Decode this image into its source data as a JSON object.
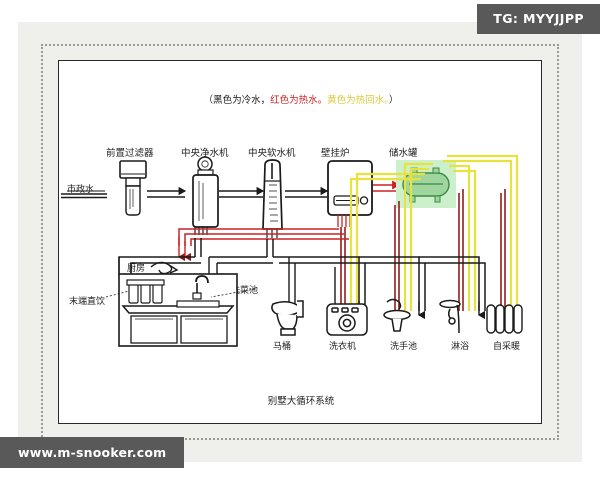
{
  "watermarks": {
    "telegram": "TG: MYYJJPP",
    "website": "www.m-snooker.com"
  },
  "diagram": {
    "legend": {
      "open": "（",
      "cold": "黑色为冷水，",
      "hot": "红色为热水。",
      "return": "黄色为热回水。",
      "close": "）"
    },
    "caption": "别墅大循环系统",
    "source_label": "市政水",
    "devices": [
      {
        "id": "pre-filter",
        "label": "前置过滤器"
      },
      {
        "id": "central-purifier",
        "label": "中央净水机"
      },
      {
        "id": "central-softener",
        "label": "中央软水机"
      },
      {
        "id": "wall-boiler",
        "label": "壁挂炉"
      },
      {
        "id": "storage-tank",
        "label": "储水罐"
      }
    ],
    "kitchen": {
      "room_label": "厨房",
      "drinking_label": "末端直饮",
      "sink_label": "洗菜池"
    },
    "fixtures": [
      {
        "id": "toilet",
        "label": "马桶"
      },
      {
        "id": "washing-machine",
        "label": "洗衣机"
      },
      {
        "id": "washbasin",
        "label": "洗手池"
      },
      {
        "id": "shower",
        "label": "淋浴"
      },
      {
        "id": "radiator",
        "label": "自采暖"
      }
    ],
    "colors": {
      "cold_water": "#1a1a1a",
      "hot_water": "#8f1d1d",
      "hot_return": "#e8e23c",
      "tank_fill": "#9fd6a0",
      "tank_highlight": "#ccf0cc",
      "boiler_pipe": "#cc2222"
    }
  }
}
